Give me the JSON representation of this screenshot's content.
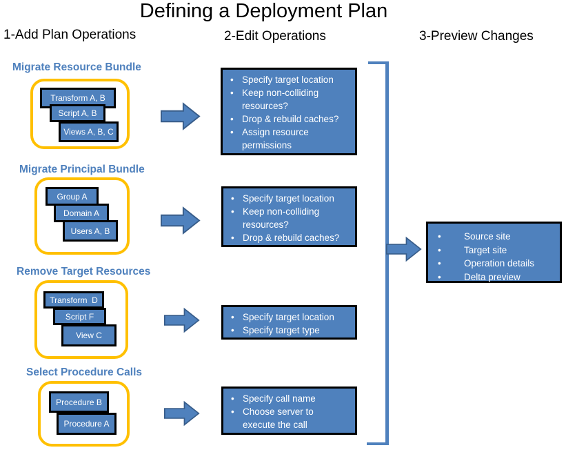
{
  "title": "Defining a Deployment Plan",
  "columns": [
    {
      "label": "1-Add Plan Operations"
    },
    {
      "label": "2-Edit Operations"
    },
    {
      "label": "3-Preview Changes"
    }
  ],
  "groups": [
    {
      "heading": "Migrate Resource Bundle",
      "boxes": [
        "Transform A, B",
        "Script A, B",
        "Views A, B, C"
      ]
    },
    {
      "heading": "Migrate Principal Bundle",
      "boxes": [
        "Group A",
        "Domain A",
        "Users A, B"
      ]
    },
    {
      "heading": "Remove Target Resources",
      "boxes": [
        "Transform  D",
        "Script F",
        "View C"
      ]
    },
    {
      "heading": "Select Procedure Calls",
      "boxes": [
        "Procedure B",
        "Procedure A"
      ]
    }
  ],
  "edit_boxes": [
    {
      "bullets": [
        "Specify target location",
        "Keep non-colliding resources?",
        "Drop & rebuild caches?",
        "Assign resource permissions"
      ]
    },
    {
      "bullets": [
        "Specify target location",
        "Keep non-colliding resources?",
        "Drop & rebuild caches?"
      ]
    },
    {
      "bullets": [
        "Specify target  location",
        "Specify target type"
      ]
    },
    {
      "bullets": [
        "Specify call name",
        "Choose server to execute the call"
      ]
    }
  ],
  "preview": {
    "bullets": [
      "Source site",
      "Target site",
      "Operation details",
      "Delta preview"
    ]
  },
  "icons": {
    "small_arrow": "right-block-arrow",
    "big_arrow": "right-block-arrow"
  },
  "colors": {
    "box_fill": "#4F81BD",
    "box_border": "#000000",
    "frame_yellow": "#FFC000",
    "heading_blue": "#4F81BD",
    "arrow_fill": "#4F81BD",
    "arrow_stroke": "#385D8A",
    "bracket": "#4F81BD",
    "text_white": "#FFFFFF",
    "text_black": "#000000"
  }
}
